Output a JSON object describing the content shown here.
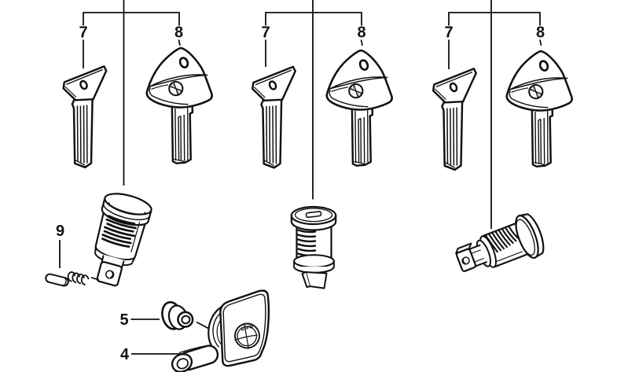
{
  "diagram": {
    "background_color": "#ffffff",
    "ink_color": "#111111",
    "groups": [
      {
        "flat_key_label": "7",
        "head_key_label": "8"
      },
      {
        "flat_key_label": "7",
        "head_key_label": "8"
      },
      {
        "flat_key_label": "7",
        "head_key_label": "8"
      }
    ],
    "callouts": {
      "pin_spring_label": "9",
      "grommet_label": "5",
      "key_head_label": "4"
    },
    "emblem_text": "BMW"
  }
}
